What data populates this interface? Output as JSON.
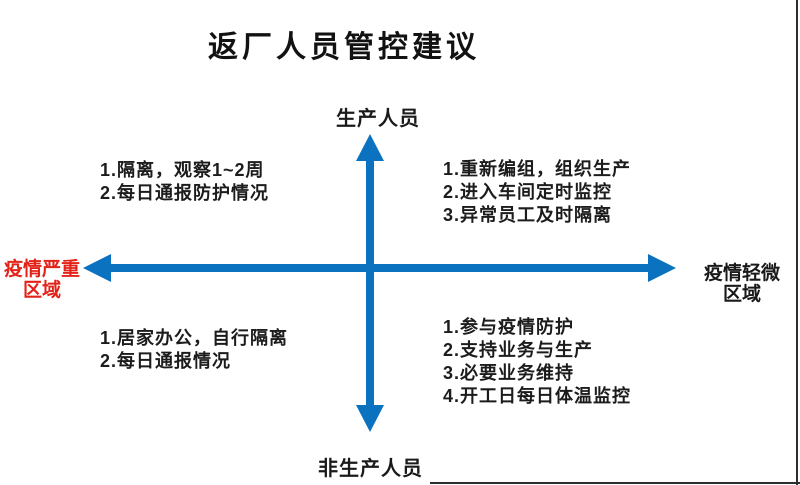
{
  "title": "返厂人员管控建议",
  "axes": {
    "top": "生产人员",
    "bottom": "非生产人员",
    "left_line1": "疫情严重",
    "left_line2": "区域",
    "right_line1": "疫情轻微",
    "right_line2": "区域"
  },
  "quadrants": {
    "top_left": {
      "line1": "1.隔离，观察1~2周",
      "line2": "2.每日通报防护情况"
    },
    "top_right": {
      "line1": "1.重新编组，组织生产",
      "line2": "2.进入车间定时监控",
      "line3": "3.异常员工及时隔离"
    },
    "bottom_left": {
      "line1": "1.居家办公，自行隔离",
      "line2": "2.每日通报情况"
    },
    "bottom_right": {
      "line1": "1.参与疫情防护",
      "line2": "2.支持业务与生产",
      "line3": "3.必要业务维持",
      "line4": "4.开工日每日体温监控"
    }
  },
  "colors": {
    "arrow_blue": "#0b72c0",
    "severe_red": "#e2231a",
    "text_black": "#1c1c1c"
  }
}
